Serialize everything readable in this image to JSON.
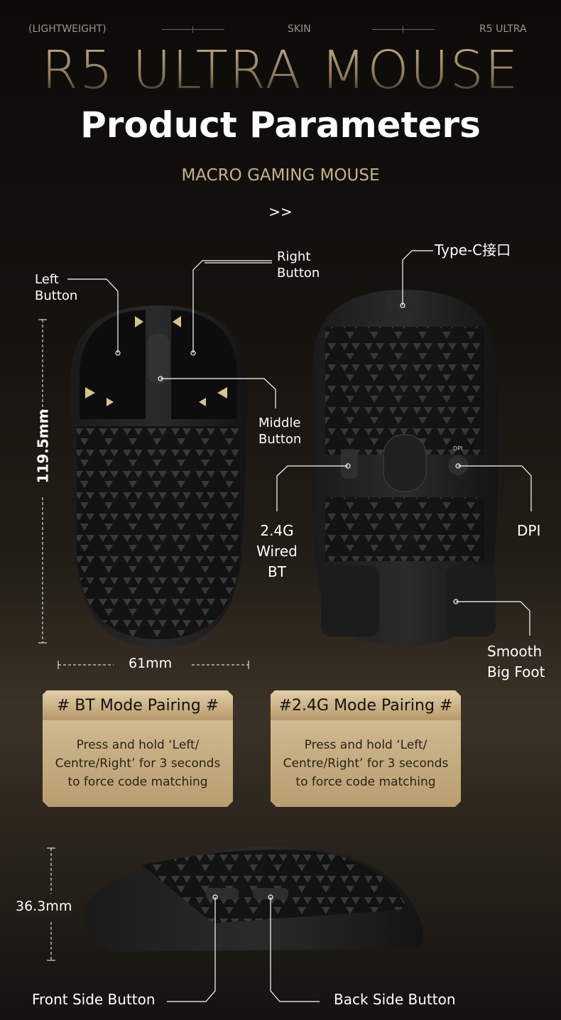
{
  "top_nav": {
    "left": "(LIGHTWEIGHT)",
    "center": "SKIN",
    "right": "R5 ULTRA"
  },
  "header": {
    "background_title": "R5 ULTRA MOUSE",
    "title": "Product Parameters",
    "subtitle": "MACRO GAMING MOUSE",
    "arrows": ">>"
  },
  "top_view": {
    "left_button": [
      "Left",
      "Button"
    ],
    "right_button": [
      "Right",
      "Button"
    ],
    "middle_button": [
      "Middle",
      "Button"
    ],
    "length": "119.5mm",
    "width": "61mm"
  },
  "bottom_view": {
    "typec": "Type-C接口",
    "mode_switch": [
      "2.4G",
      "Wired",
      "BT"
    ],
    "dpi": "DPI",
    "dpi_button_label": "DPI",
    "feet": [
      "Smooth",
      "Big Foot"
    ]
  },
  "cards": [
    {
      "title": "# BT Mode Pairing #",
      "lines": [
        "Press and hold ‘Left/",
        "Centre/Right’ for 3 seconds",
        "to force code matching"
      ]
    },
    {
      "title": "#2.4G Mode Pairing #",
      "lines": [
        "Press and hold ‘Left/",
        "Centre/Right’ for 3 seconds",
        "to force code matching"
      ]
    }
  ],
  "side_view": {
    "height": "36.3mm",
    "front_side_button": "Front Side Button",
    "back_side_button": "Back Side Button"
  },
  "colors": {
    "gold": "#c9b185",
    "card": "#d2bb90",
    "background": "#15120e"
  }
}
